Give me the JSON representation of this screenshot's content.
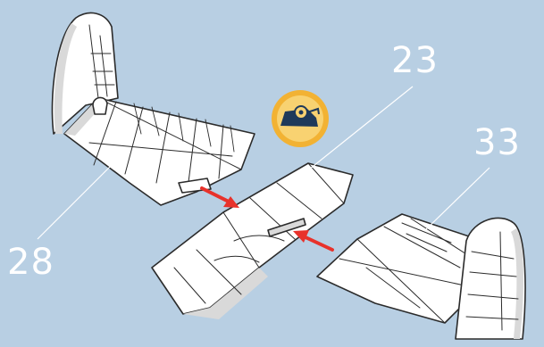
{
  "labels": {
    "left_tail_part": "28",
    "center_fuselage_part": "23",
    "right_tail_part": "33"
  },
  "icons": {
    "tool_badge": "tape-dispenser-icon",
    "arrows": "insert-arrow-icon"
  },
  "colors": {
    "background": "#b8cfe3",
    "outline": "#2b2b2b",
    "part_fill": "#ffffff",
    "part_shade": "#d9d9d9",
    "arrow": "#e8322b",
    "badge_outer": "#f2b233",
    "badge_inner": "#f8d271",
    "badge_icon": "#1f3a5a",
    "leader_line": "#ffffff"
  }
}
